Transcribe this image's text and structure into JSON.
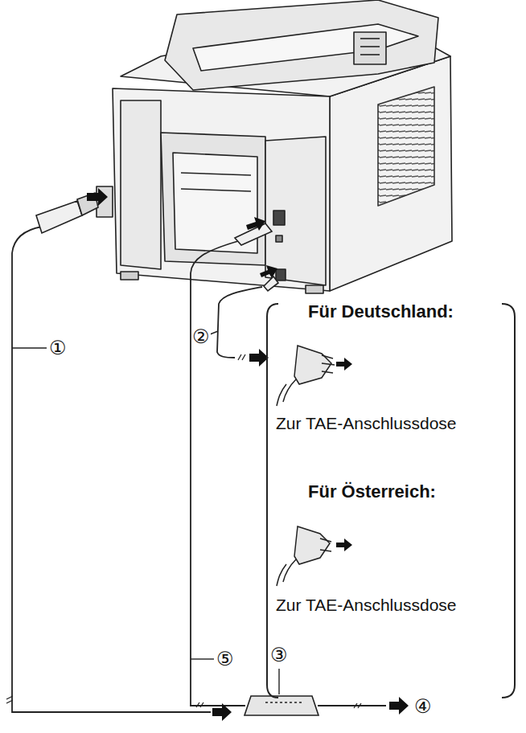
{
  "diagram": {
    "labels": [
      "①",
      "②",
      "Für Deutschland:",
      "Zur TAE-Anschlussdose",
      "Für Österreich:",
      "Zur TAE-Anschlussdose",
      "③",
      "⑤",
      "④"
    ]
  }
}
